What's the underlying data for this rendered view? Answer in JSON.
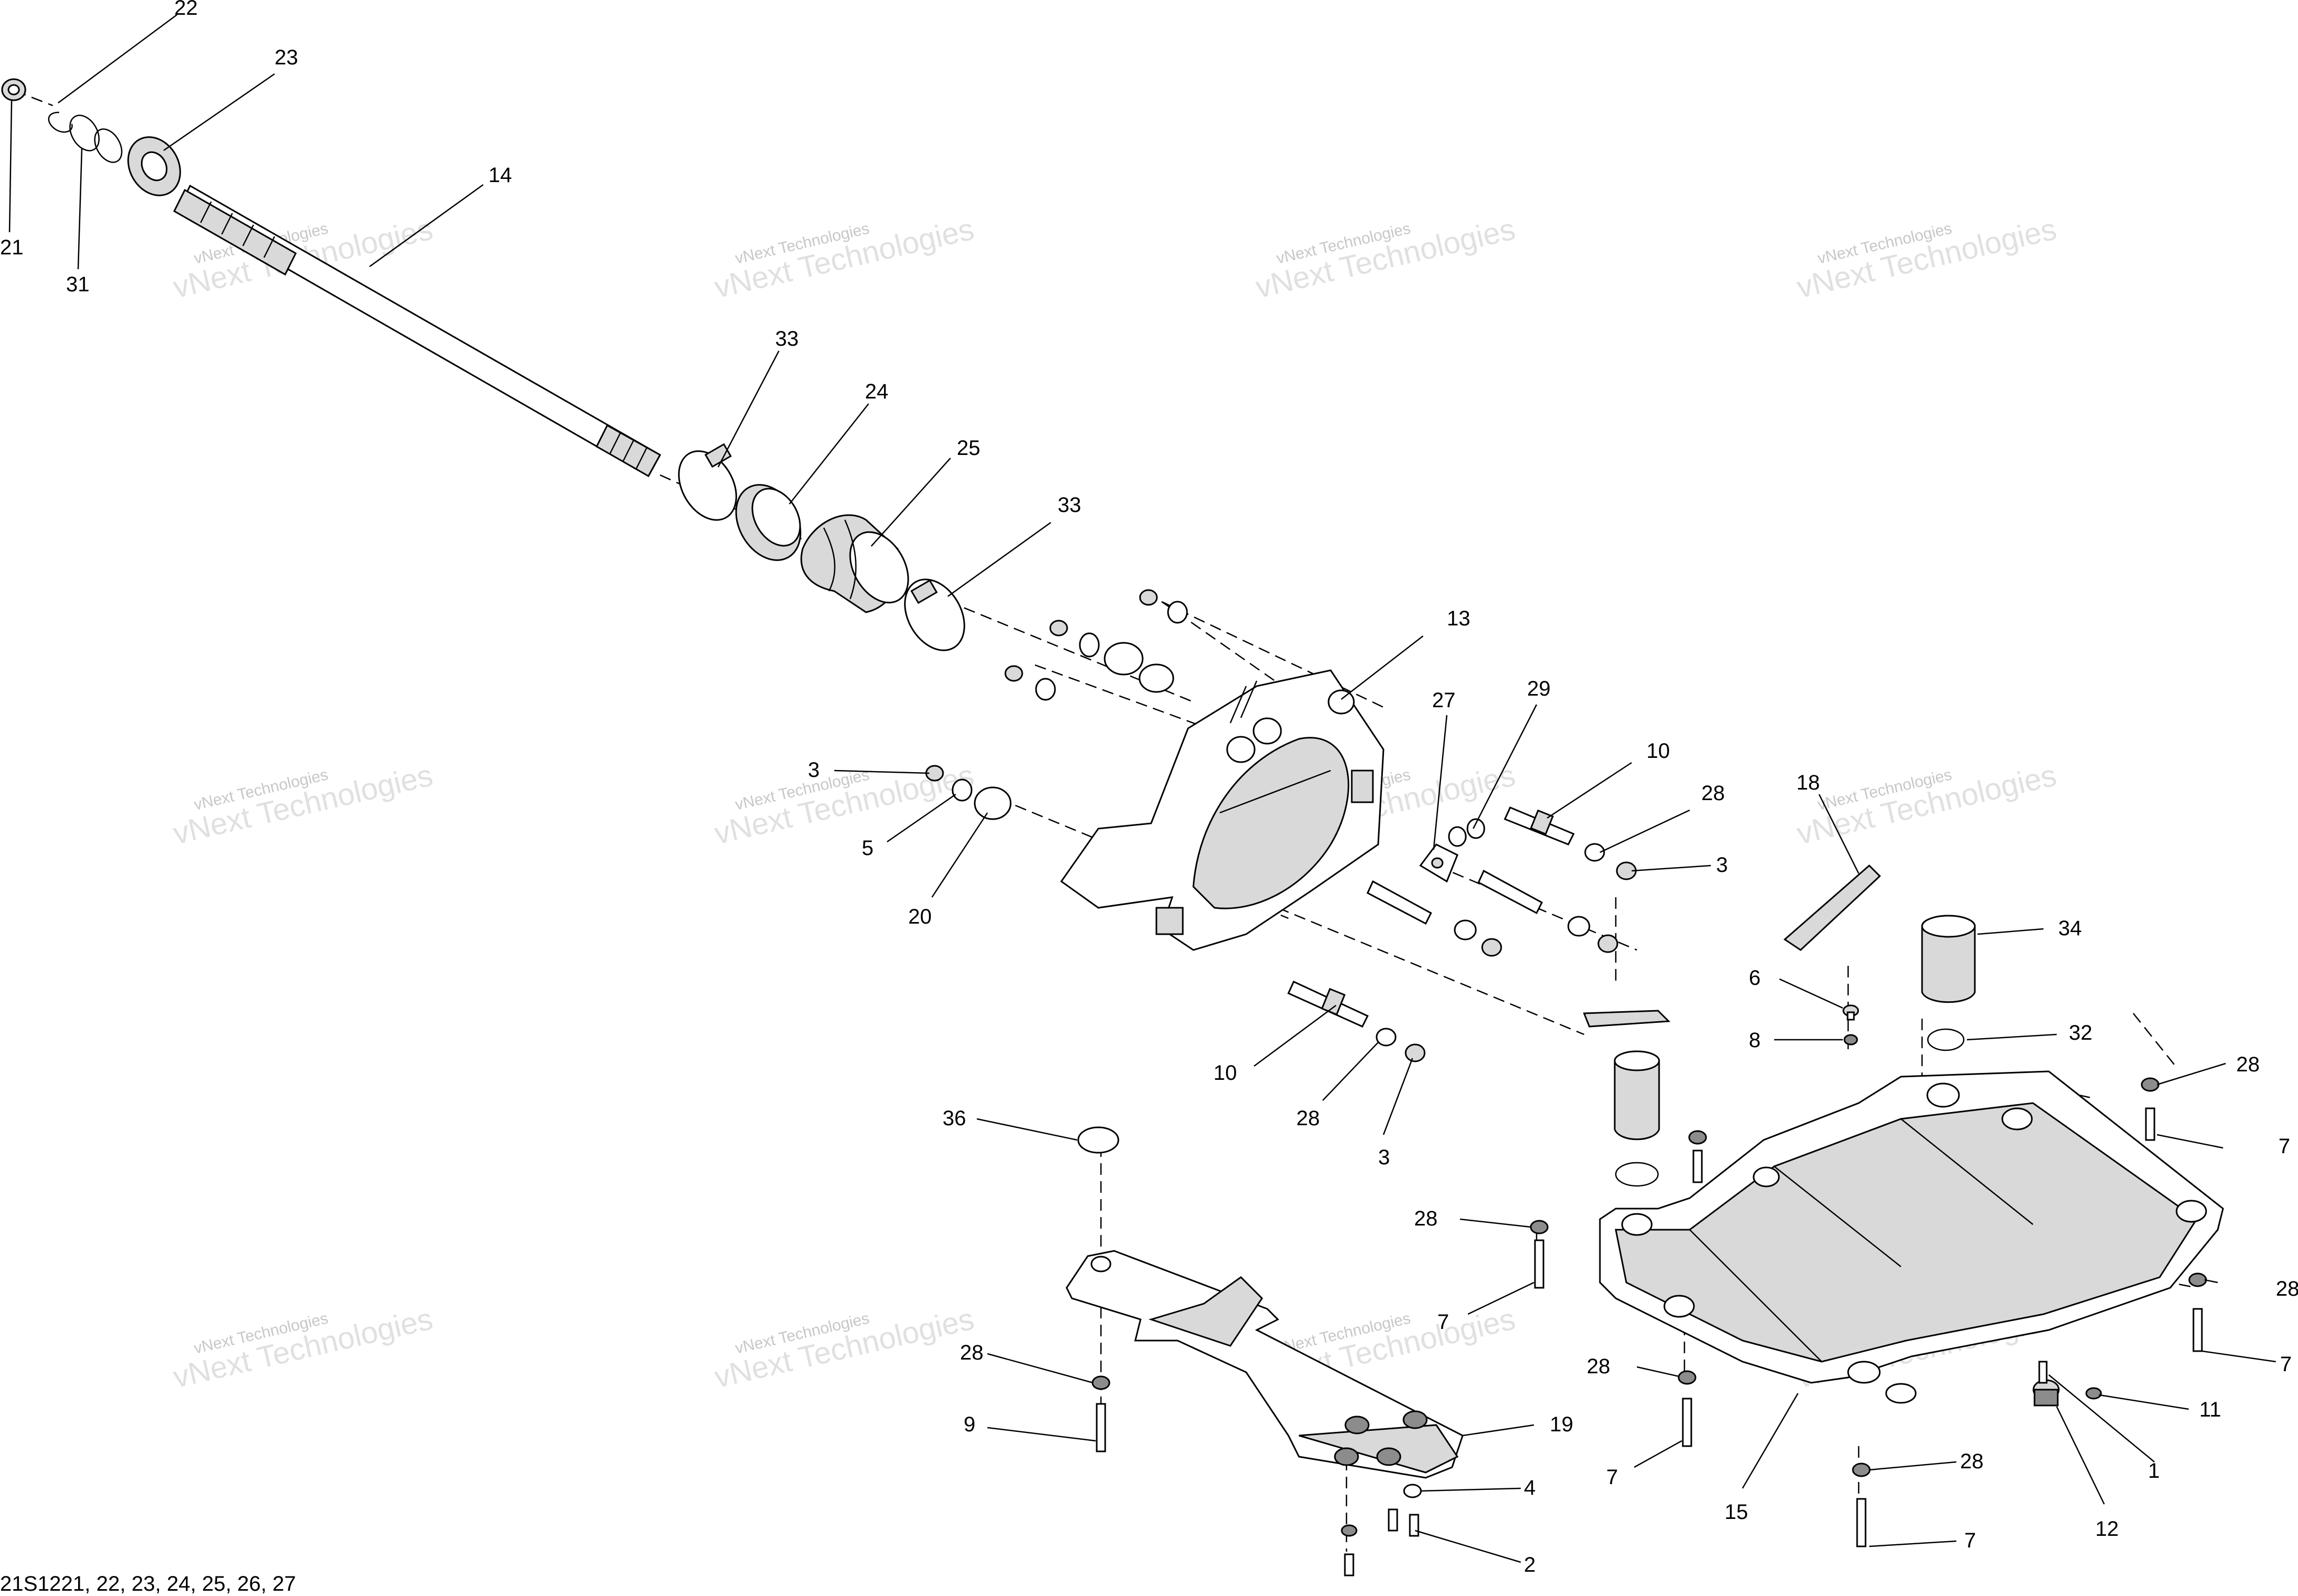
{
  "reference": "21S1221, 22, 23, 24, 25, 26, 27",
  "watermark": {
    "small": "vNext Technologies",
    "big": "vNext Technologies"
  },
  "callouts": {
    "c22": "22",
    "c23": "23",
    "c21": "21",
    "c31": "31",
    "c14": "14",
    "c33a": "33",
    "c24": "24",
    "c25": "25",
    "c33b": "33",
    "c13": "13",
    "c27": "27",
    "c29": "29",
    "c10a": "10",
    "c28a": "28",
    "c3a": "3",
    "c3b": "3",
    "c5": "5",
    "c20": "20",
    "c18": "18",
    "c34": "34",
    "c6": "6",
    "c8": "8",
    "c32": "32",
    "c28b": "28",
    "c7a": "7",
    "c10b": "10",
    "c28c": "28",
    "c3c": "3",
    "c36": "36",
    "c28d": "28",
    "c7b": "7",
    "c28e": "28",
    "c7c": "7",
    "c28f": "28",
    "c9": "9",
    "c19": "19",
    "c4": "4",
    "c2": "2",
    "c28g": "28",
    "c7d": "7",
    "c11": "11",
    "c1": "1",
    "c28h": "28",
    "c15": "15",
    "c12": "12",
    "c7e": "7"
  }
}
